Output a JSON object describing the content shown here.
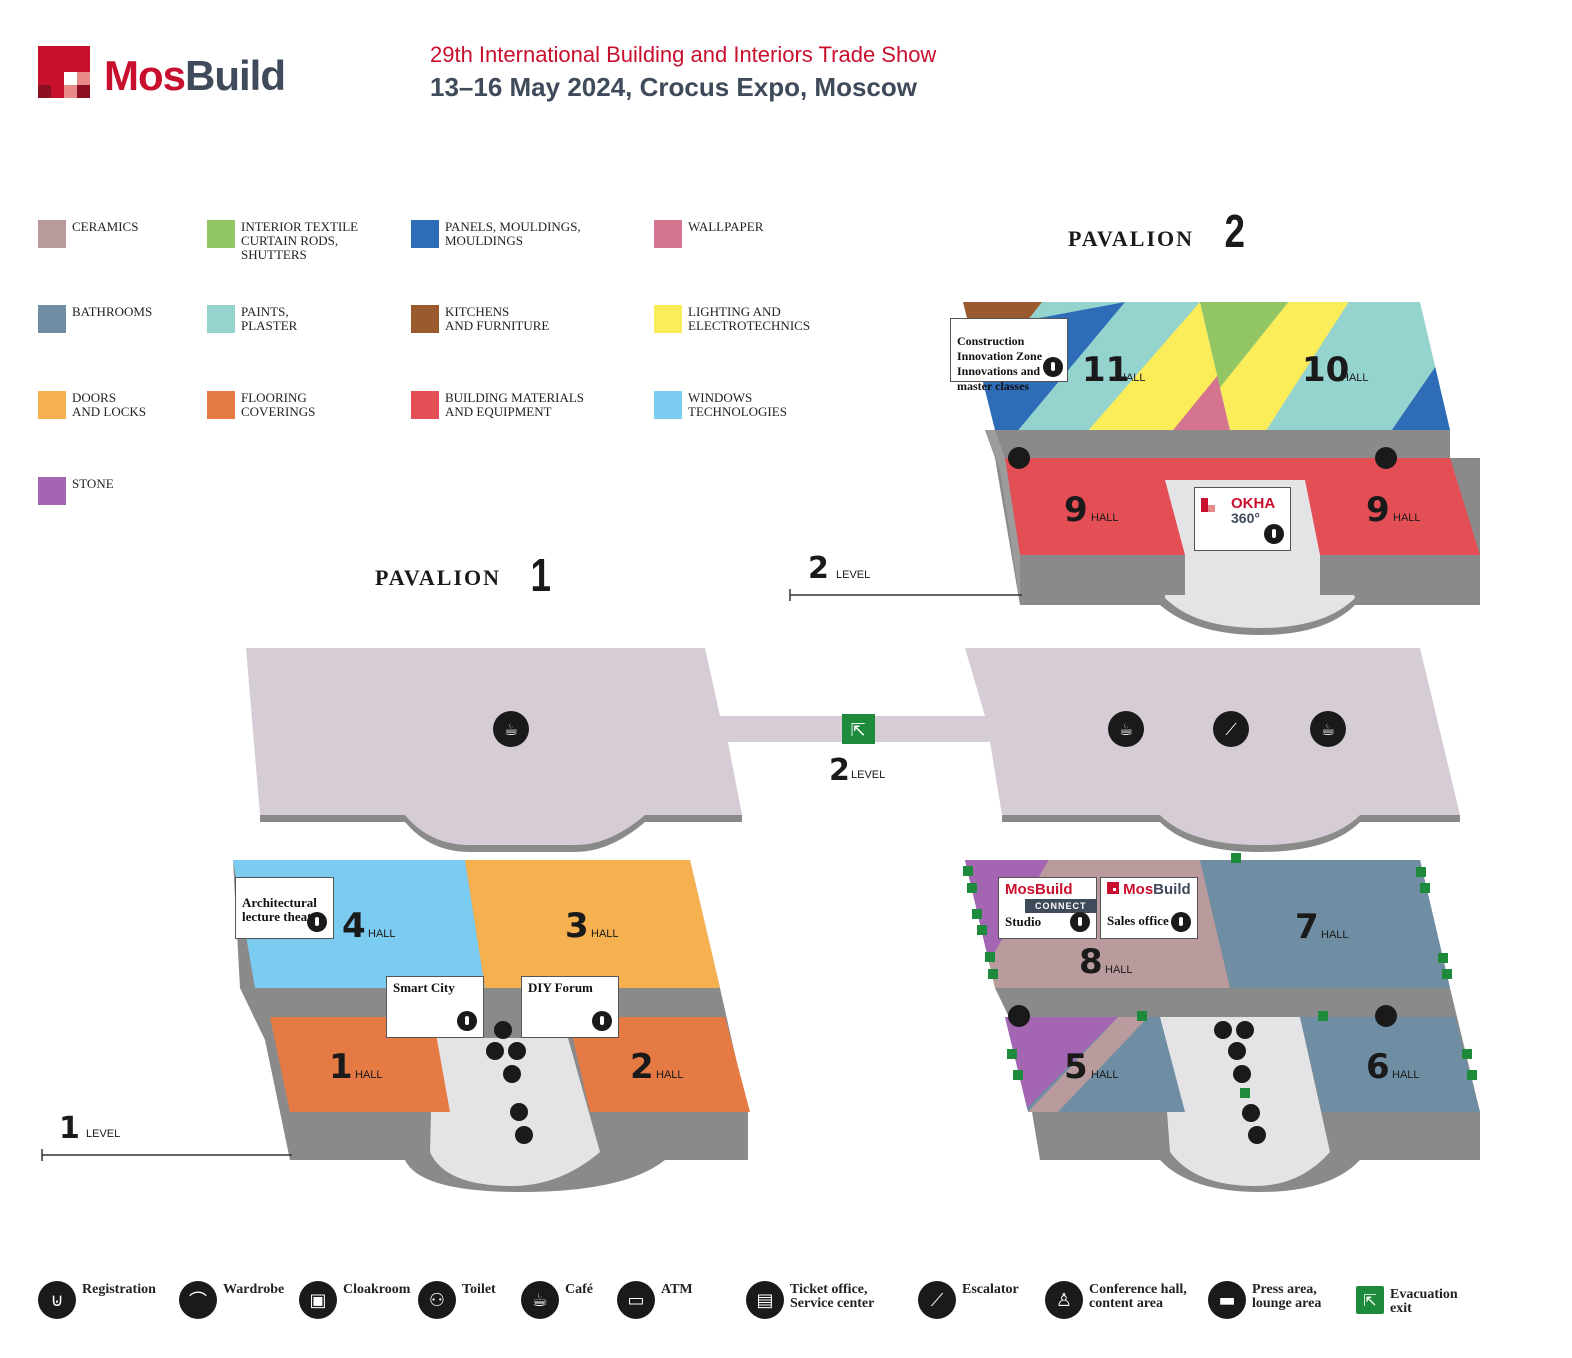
{
  "brand": {
    "logo_mos": "Mos",
    "logo_build": "Build",
    "show_title": "29th International Building and Interiors Trade Show",
    "show_dates": "13–16 May 2024, Crocus Expo, Moscow",
    "brand_red": "#c8102e",
    "brand_gray": "#3f4a5a"
  },
  "legend": [
    {
      "label": "CERAMICS",
      "color": "#b99a9d"
    },
    {
      "label": "INTERIOR TEXTILE\nCURTAIN RODS,\nSHUTTERS",
      "color": "#92c663"
    },
    {
      "label": "PANELS, MOULDINGS,\nMOULDINGS",
      "color": "#2f6cb8"
    },
    {
      "label": "WALLPAPER",
      "color": "#d5748e"
    },
    {
      "label": "BATHROOMS",
      "color": "#6f8ea4"
    },
    {
      "label": "PAINTS,\nPLASTER",
      "color": "#95d3cf"
    },
    {
      "label": "KITCHENS\nAND FURNITURE",
      "color": "#9b5a2e"
    },
    {
      "label": "LIGHTING AND\nELECTROTECHNICS",
      "color": "#fbec5a"
    },
    {
      "label": "DOORS\n AND LOCKS",
      "color": "#f5b050"
    },
    {
      "label": "FLOORING\nCOVERINGS",
      "color": "#e57a45"
    },
    {
      "label": "BUILDING MATERIALS\nAND EQUIPMENT",
      "color": "#e44e55"
    },
    {
      "label": "WINDOWS\nTECHNOLOGIES",
      "color": "#7ccbf1"
    },
    {
      "label": "STONE",
      "color": "#a465b2"
    }
  ],
  "pavilions": {
    "p1_title": "PAVALION",
    "p1_num": "1",
    "p2_title": "PAVALION",
    "p2_num": "2"
  },
  "levels": {
    "level_word": "LEVEL",
    "level1": "1",
    "level2_a": "2",
    "level2_b": "2"
  },
  "halls": {
    "hall_word": "HALL",
    "h1": "1",
    "h2": "2",
    "h3": "3",
    "h4": "4",
    "h5": "5",
    "h6": "6",
    "h7": "7",
    "h8": "8",
    "h9a": "9",
    "h9b": "9",
    "h10": "10",
    "h11": "11"
  },
  "info_boxes": {
    "construction": "Construction\nInnovation Zone\nInnovations and\nmaster classes",
    "okha_top": "OKHA",
    "okha_bottom": "360°",
    "architectural": "Architectural\nlecture theatre",
    "smart_city": "Smart City",
    "diy_forum": "DIY Forum",
    "connect_mos": "Mos",
    "connect_build": "Build",
    "connect_tag": "CONNECT",
    "connect_sub": "Studio",
    "sales_mos": "Mos",
    "sales_build": "Build",
    "sales_sub": "Sales office"
  },
  "icon_legend": [
    {
      "label": "Registration",
      "icon": "registration-icon",
      "glyph": "⊍"
    },
    {
      "label": "Wardrobe",
      "icon": "wardrobe-icon",
      "glyph": "⌒"
    },
    {
      "label": "Cloakroom",
      "icon": "cloakroom-icon",
      "glyph": "▣"
    },
    {
      "label": "Toilet",
      "icon": "toilet-icon",
      "glyph": "⚇"
    },
    {
      "label": "Café",
      "icon": "cafe-icon",
      "glyph": "☕"
    },
    {
      "label": "ATM",
      "icon": "atm-icon",
      "glyph": "▭"
    },
    {
      "label": "Ticket office,\nService center",
      "icon": "ticket-office-icon",
      "glyph": "▤"
    },
    {
      "label": "Escalator",
      "icon": "escalator-icon",
      "glyph": "⟋"
    },
    {
      "label": "Conference hall,\ncontent area",
      "icon": "conference-hall-icon",
      "glyph": "♙"
    },
    {
      "label": "Press area,\nlounge area",
      "icon": "press-lounge-icon",
      "glyph": "▬"
    },
    {
      "label": "Evacuation\nexit",
      "icon": "evacuation-exit-icon",
      "glyph": "⇱"
    }
  ]
}
